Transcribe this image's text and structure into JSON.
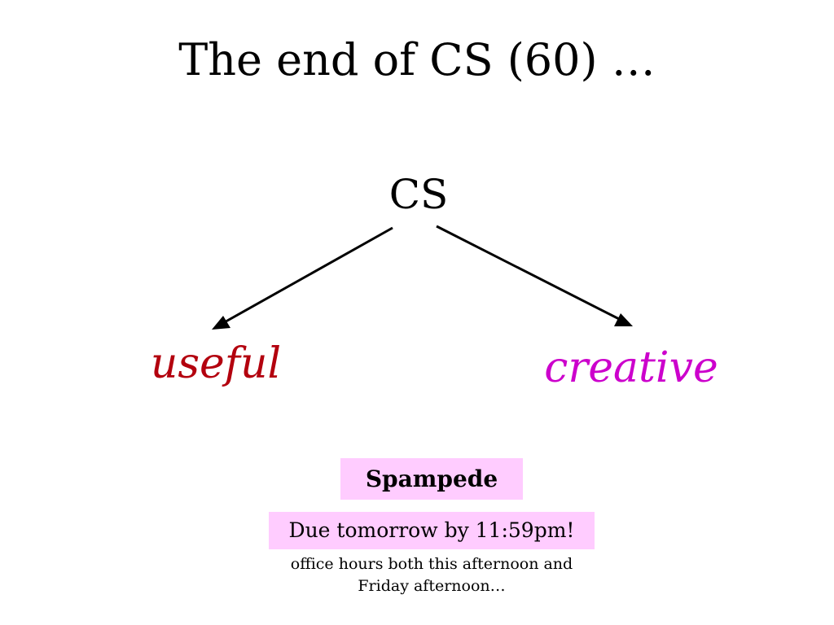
{
  "slide": {
    "title": "The end of CS (60) …",
    "root_label": "CS",
    "branches": {
      "left": {
        "label": "useful",
        "color": "#b3000e"
      },
      "right": {
        "label": "creative",
        "color": "#cc00cc"
      }
    },
    "arrow_color": "#000000",
    "assignment_name": "Spampede",
    "due_text": "Due tomorrow by 11:59pm!",
    "note_line1": "office hours both this afternoon and",
    "note_line2": "Friday afternoon…",
    "box_color": "#ffccff"
  }
}
